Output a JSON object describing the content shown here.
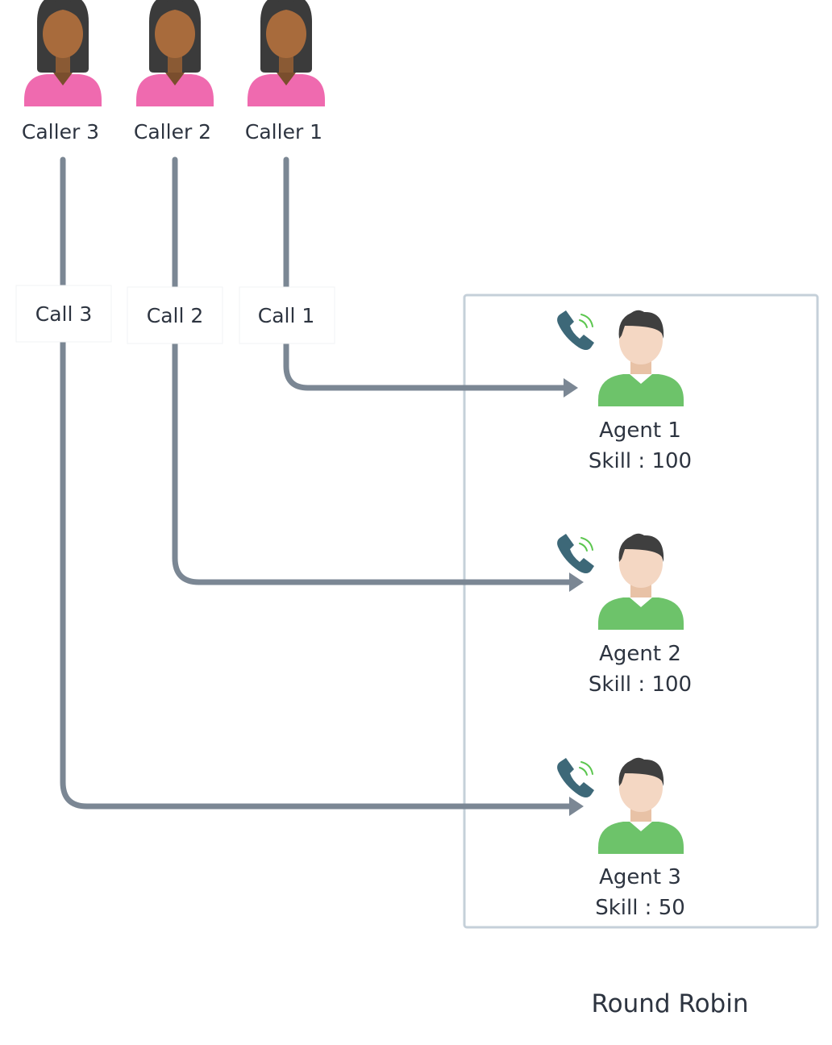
{
  "callers": [
    {
      "label": "Caller 3"
    },
    {
      "label": "Caller 2"
    },
    {
      "label": "Caller 1"
    }
  ],
  "calls": [
    {
      "label": "Call 3"
    },
    {
      "label": "Call 2"
    },
    {
      "label": "Call 1"
    }
  ],
  "agents": [
    {
      "name": "Agent 1",
      "skill": "Skill : 100"
    },
    {
      "name": "Agent 2",
      "skill": "Skill : 100"
    },
    {
      "name": "Agent 3",
      "skill": "Skill : 50"
    }
  ],
  "group_title": "Round Robin",
  "colors": {
    "caller_hair": "#3b3b3b",
    "caller_skin": "#a86b3c",
    "caller_shirt": "#ef6aaf",
    "agent_hair": "#3f3f3f",
    "agent_skin": "#f4d7c3",
    "agent_shirt": "#6dc36a",
    "phone": "#3d6878",
    "signal": "#5cc64f",
    "connector": "#7b8794",
    "group_border": "#c5d0d9"
  },
  "icons": {
    "caller": "female-caller-icon",
    "agent": "male-agent-icon",
    "phone": "ringing-phone-icon"
  }
}
